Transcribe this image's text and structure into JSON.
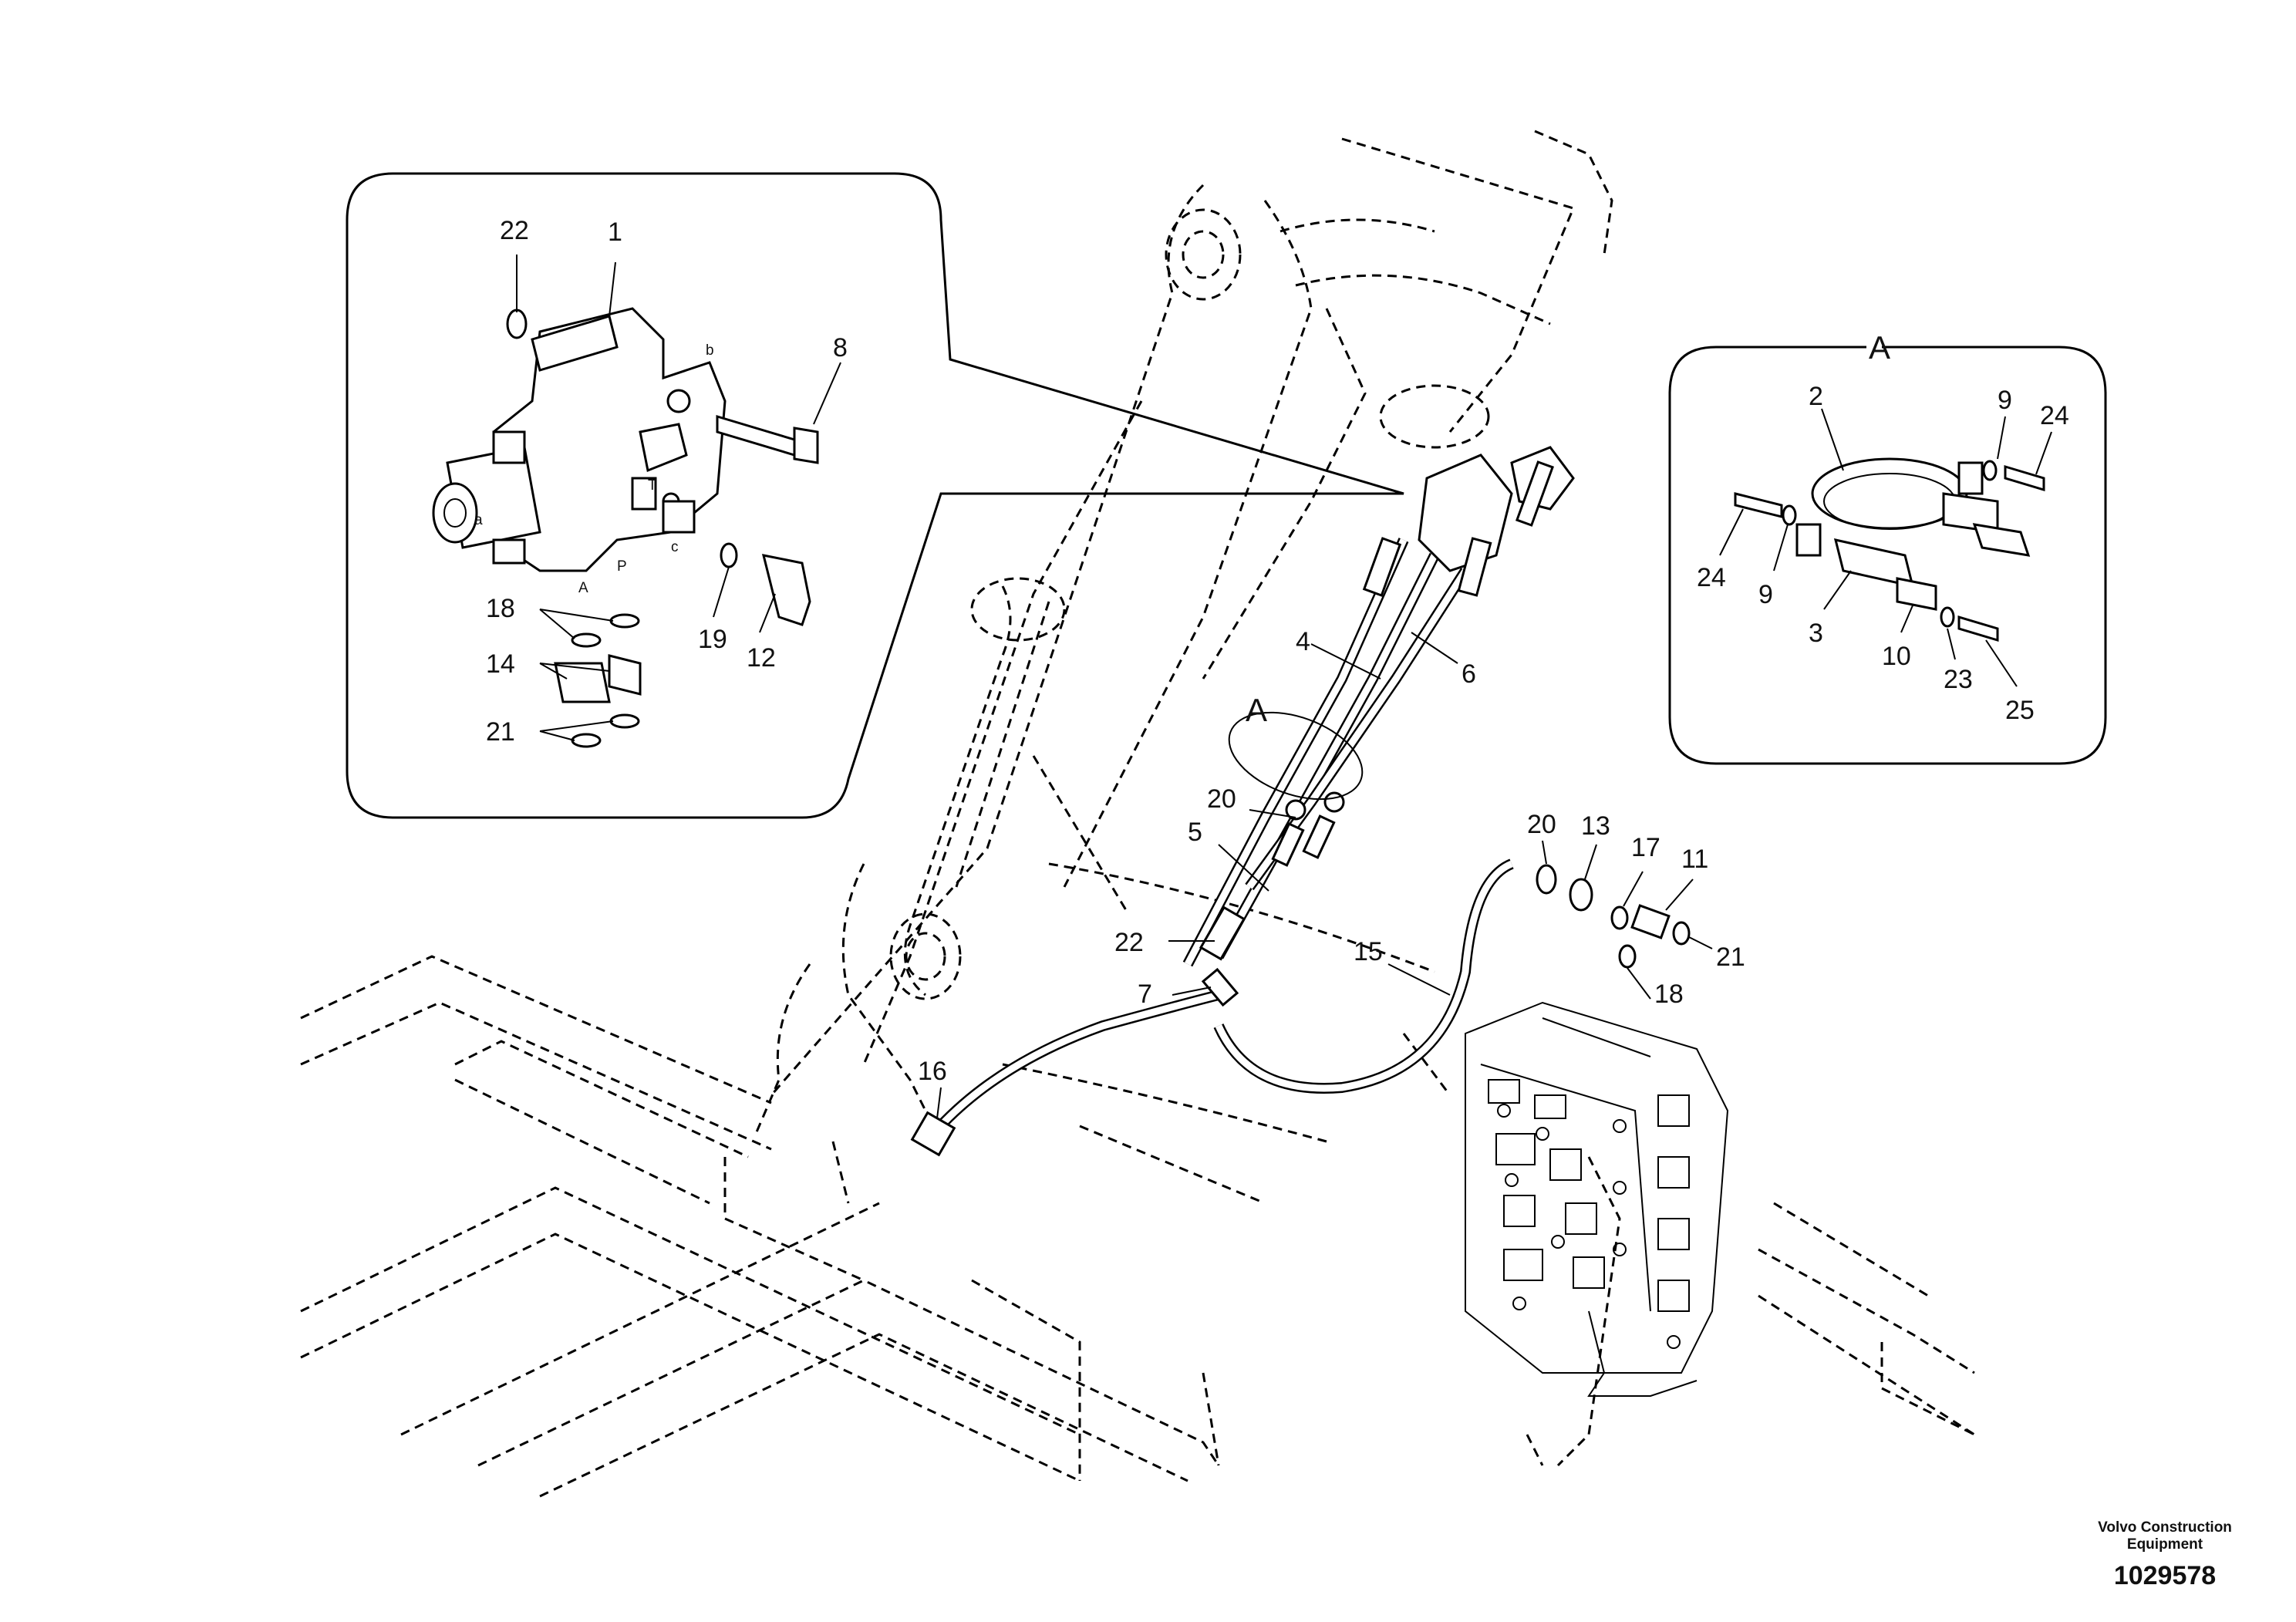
{
  "diagram": {
    "labels": {
      "l1": "1",
      "l2": "2",
      "l3": "3",
      "l4": "4",
      "l5": "5",
      "l6": "6",
      "l7": "7",
      "l8": "8",
      "l9a": "9",
      "l9b": "9",
      "l10": "10",
      "l11": "11",
      "l12": "12",
      "l13": "13",
      "l14": "14",
      "l15": "15",
      "l16": "16",
      "l17": "17",
      "l18a": "18",
      "l18b": "18",
      "l19": "19",
      "l20a": "20",
      "l20b": "20",
      "l21a": "21",
      "l21b": "21",
      "l22a": "22",
      "l22b": "22",
      "l23": "23",
      "l24a": "24",
      "l24b": "24",
      "l25": "25"
    },
    "detail_a_title": "A",
    "section_a_mark": "A",
    "port_labels": {
      "a": "a",
      "b": "b",
      "c": "c",
      "T": "T",
      "A": "A",
      "P": "P"
    }
  },
  "footer": {
    "org_line1": "Volvo Construction",
    "org_line2": "Equipment",
    "drawing_number": "1029578"
  }
}
